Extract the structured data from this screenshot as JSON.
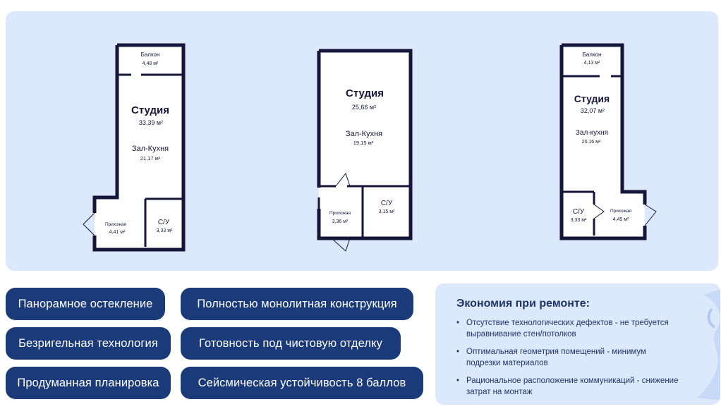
{
  "plans": [
    {
      "balcony_name": "Балкон",
      "balcony_area": "4,48 м²",
      "studio_name": "Студия",
      "studio_area": "33,39 м²",
      "kitchen_name": "Зал-Кухня",
      "kitchen_area": "21,17 м²",
      "hall_name": "Прихожая",
      "hall_area": "4,41 м²",
      "bath_name": "С/У",
      "bath_area": "3,33 м²"
    },
    {
      "studio_name": "Студия",
      "studio_area": "25,66 м²",
      "kitchen_name": "Зал-Кухня",
      "kitchen_area": "19,15 м²",
      "hall_name": "Прихожая",
      "hall_area": "3,36 м²",
      "bath_name": "С/У",
      "bath_area": "3,15 м²"
    },
    {
      "balcony_name": "Балкон",
      "balcony_area": "4,13 м²",
      "studio_name": "Студия",
      "studio_area": "32,07 м²",
      "kitchen_name": "Зал-кухня",
      "kitchen_area": "20,16 м²",
      "hall_name": "Прихожая",
      "hall_area": "4,45 м²",
      "bath_name": "С/У",
      "bath_area": "3,33 м²"
    }
  ],
  "features": [
    "Панорамное остекление",
    "Полностью монолитная конструкция",
    "Безригельная технология",
    "Готовность под чистовую отделку",
    "Продуманная планировка",
    "Сейсмическая устойчивость 8 баллов"
  ],
  "savings": {
    "title": "Экономия при ремонте:",
    "bullet": "•",
    "items": [
      "Отсутствие технологических дефектов - не требуется выравнивание стен/потолков",
      "Оптимальная геометрия помещений - минимум подрезки материалов",
      "Рациональное расположение коммуникаций - снижение затрат на монтаж"
    ]
  },
  "colors": {
    "panel": "#dce8fb",
    "pill": "#1a3a7a",
    "wall": "#15163a",
    "accent_text": "#1e3566"
  }
}
